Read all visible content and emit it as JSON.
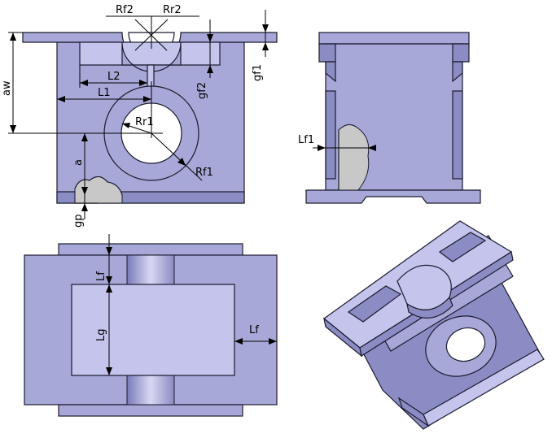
{
  "dimension_labels": {
    "rf2": "Rf2",
    "rr2": "Rr2",
    "gf1": "gf1",
    "aw": "aw",
    "l2": "L2",
    "l1": "L1",
    "gf2": "gf2",
    "rr1": "Rr1",
    "rf1": "Rf1",
    "a": "a",
    "gp": "gp",
    "lf1": "Lf1",
    "lf_top": "Lf",
    "lf_right": "Lf",
    "lg": "Lg"
  },
  "colors": {
    "part_fill": "#a8a8d8",
    "part_dark": "#8c8cc4",
    "section_fill": "#c8c8c8",
    "outline": "#1a1a2e"
  }
}
